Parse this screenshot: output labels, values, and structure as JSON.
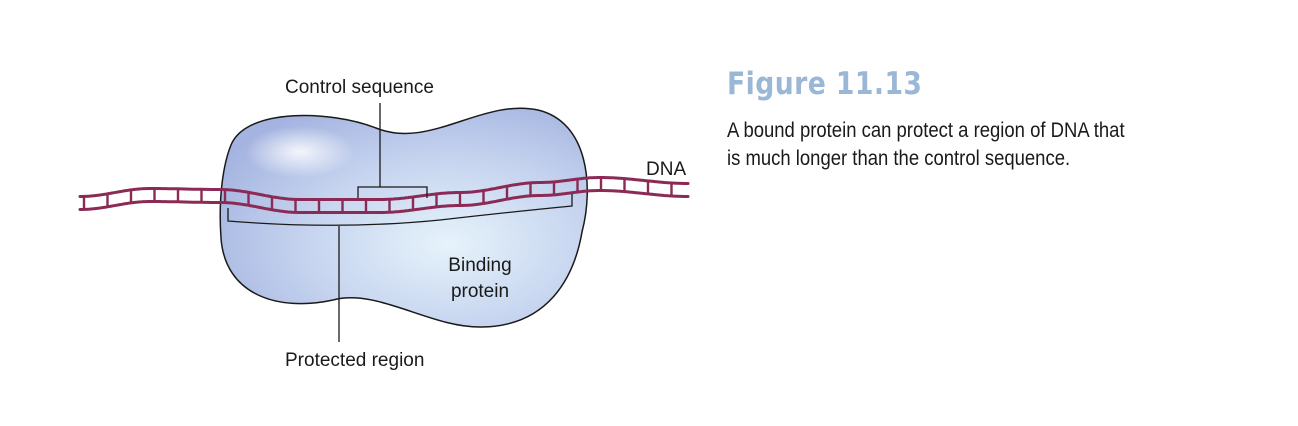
{
  "diagram": {
    "labels": {
      "control_sequence": "Control sequence",
      "dna": "DNA",
      "binding_line1": "Binding",
      "binding_line2": "protein",
      "protected_region": "Protected region"
    },
    "colors": {
      "dna_strand": "#8b2a55",
      "protein_fill_light": "#e6f3fb",
      "protein_fill_dark": "#a9b9e2",
      "outline": "#1a1a1a"
    }
  },
  "caption": {
    "title": "Figure 11.13",
    "line1": "A bound protein can protect a region of DNA that",
    "line2": "is much longer than the control sequence."
  }
}
